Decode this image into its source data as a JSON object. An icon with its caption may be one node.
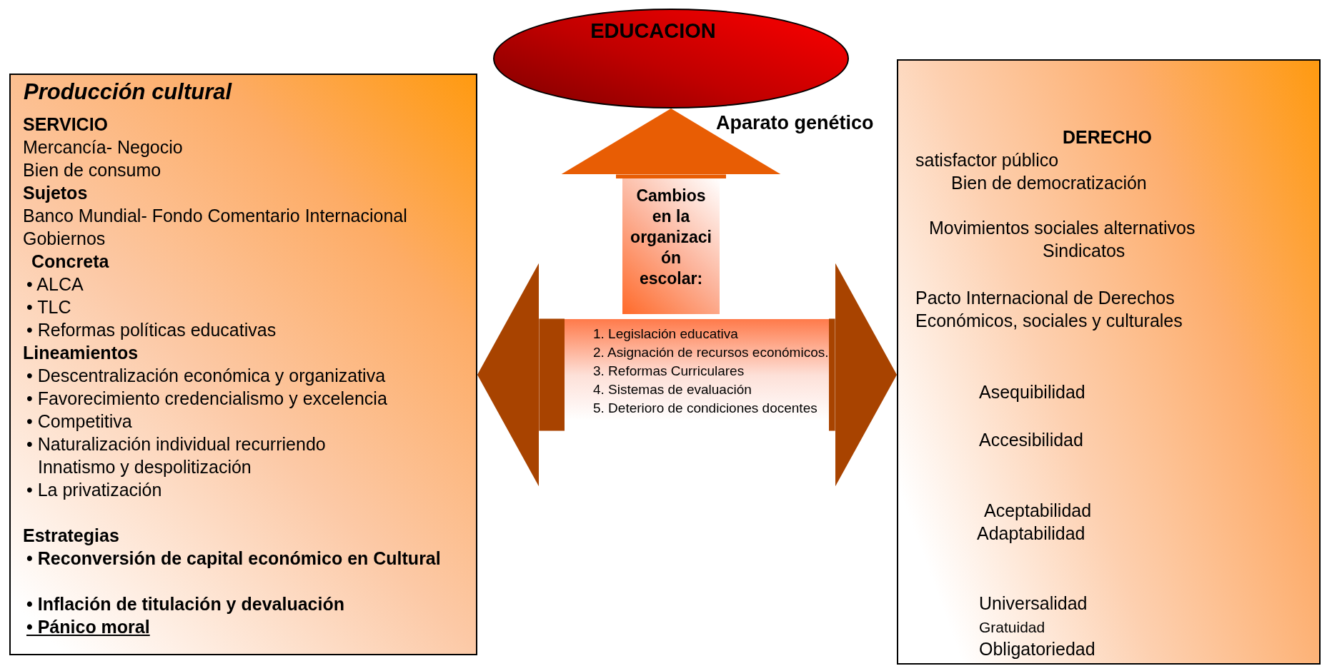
{
  "diagram": {
    "nodes": [
      {
        "text": [
          "Producción cultural",
          "SERVICIO",
          "Mercancía- Negocio",
          "Bien de consumo",
          "Sujetos",
          "Banco Mundial- Fondo Comentario Internacional",
          "Gobiernos",
          "Concreta",
          "• ALCA",
          "• TLC",
          "• Reformas políticas educativas",
          "Lineamientos",
          "• Descentralización económica y organizativa",
          "• Favorecimiento credencialismo y excelencia",
          "• Competitiva",
          "• Naturalización individual recurriendo Innatismo y despolitización",
          "• La privatización",
          "Estrategias",
          "• Reconversión de capital económico en Cultural",
          "• Inflación de titulación y devaluación",
          "• Pánico moral"
        ]
      },
      {
        "text": [
          "EDUCACION"
        ]
      },
      {
        "text": [
          "Cambios en la organización escolar:"
        ]
      },
      {
        "text": [
          "1. Legislación educativa",
          "2. Asignación de recursos económicos.",
          "3. Reformas Curriculares",
          "4. Sistemas de evaluación",
          "5. Deterioro de condiciones docentes"
        ]
      },
      {
        "text": [
          "DERECHO",
          "satisfactor público",
          "Bien de democratización",
          "Movimientos sociales alternativos",
          "Sindicatos",
          "Pacto Internacional de Derechos Económicos, sociales y culturales",
          "Asequibilidad",
          "Accesibilidad",
          "Aceptabilidad",
          "Adaptabilidad",
          "Universalidad",
          "Gratuidad",
          "Obligatoriedad"
        ]
      }
    ],
    "edges": [
      {
        "from": 2,
        "to": 1,
        "arrow": "to",
        "color": "#e85d04"
      },
      {
        "from": 3,
        "to": 0,
        "arrow": "to"
      },
      {
        "from": 3,
        "to": 4,
        "arrow": "to"
      }
    ],
    "labels": [
      "Aparato genético"
    ]
  }
}
